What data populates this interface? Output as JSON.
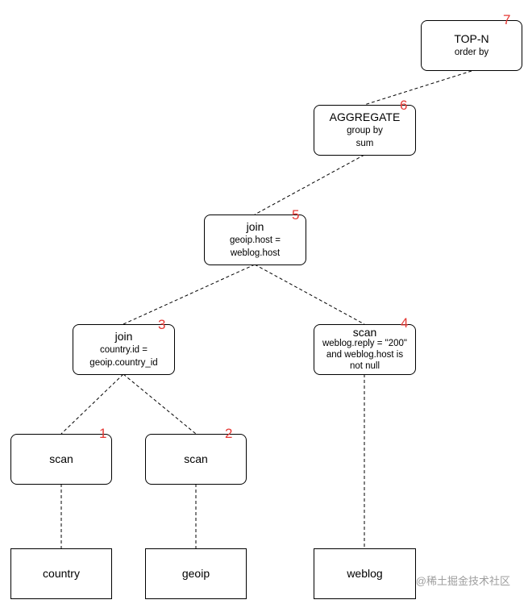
{
  "nodes": {
    "topn": {
      "title": "TOP-N",
      "lines": [
        "order by"
      ],
      "step": "7"
    },
    "agg": {
      "title": "AGGREGATE",
      "lines": [
        "group by",
        "sum"
      ],
      "step": "6"
    },
    "join5": {
      "title": "join",
      "lines": [
        "geoip.host =",
        "weblog.host"
      ],
      "step": "5"
    },
    "join3": {
      "title": "join",
      "lines": [
        "country.id =",
        "geoip.country_id"
      ],
      "step": "3"
    },
    "scan4": {
      "title": "scan",
      "lines": [
        "weblog.reply = \"200\"",
        "and weblog.host is",
        "not null"
      ],
      "step": "4"
    },
    "scan1": {
      "title": "scan",
      "step": "1"
    },
    "scan2": {
      "title": "scan",
      "step": "2"
    }
  },
  "tables": {
    "country": "country",
    "geoip": "geoip",
    "weblog": "weblog"
  },
  "colors": {
    "line": "#000000",
    "badge": "#e53935",
    "watermark": "#9e9e9e"
  },
  "watermark": "@稀土掘金技术社区"
}
